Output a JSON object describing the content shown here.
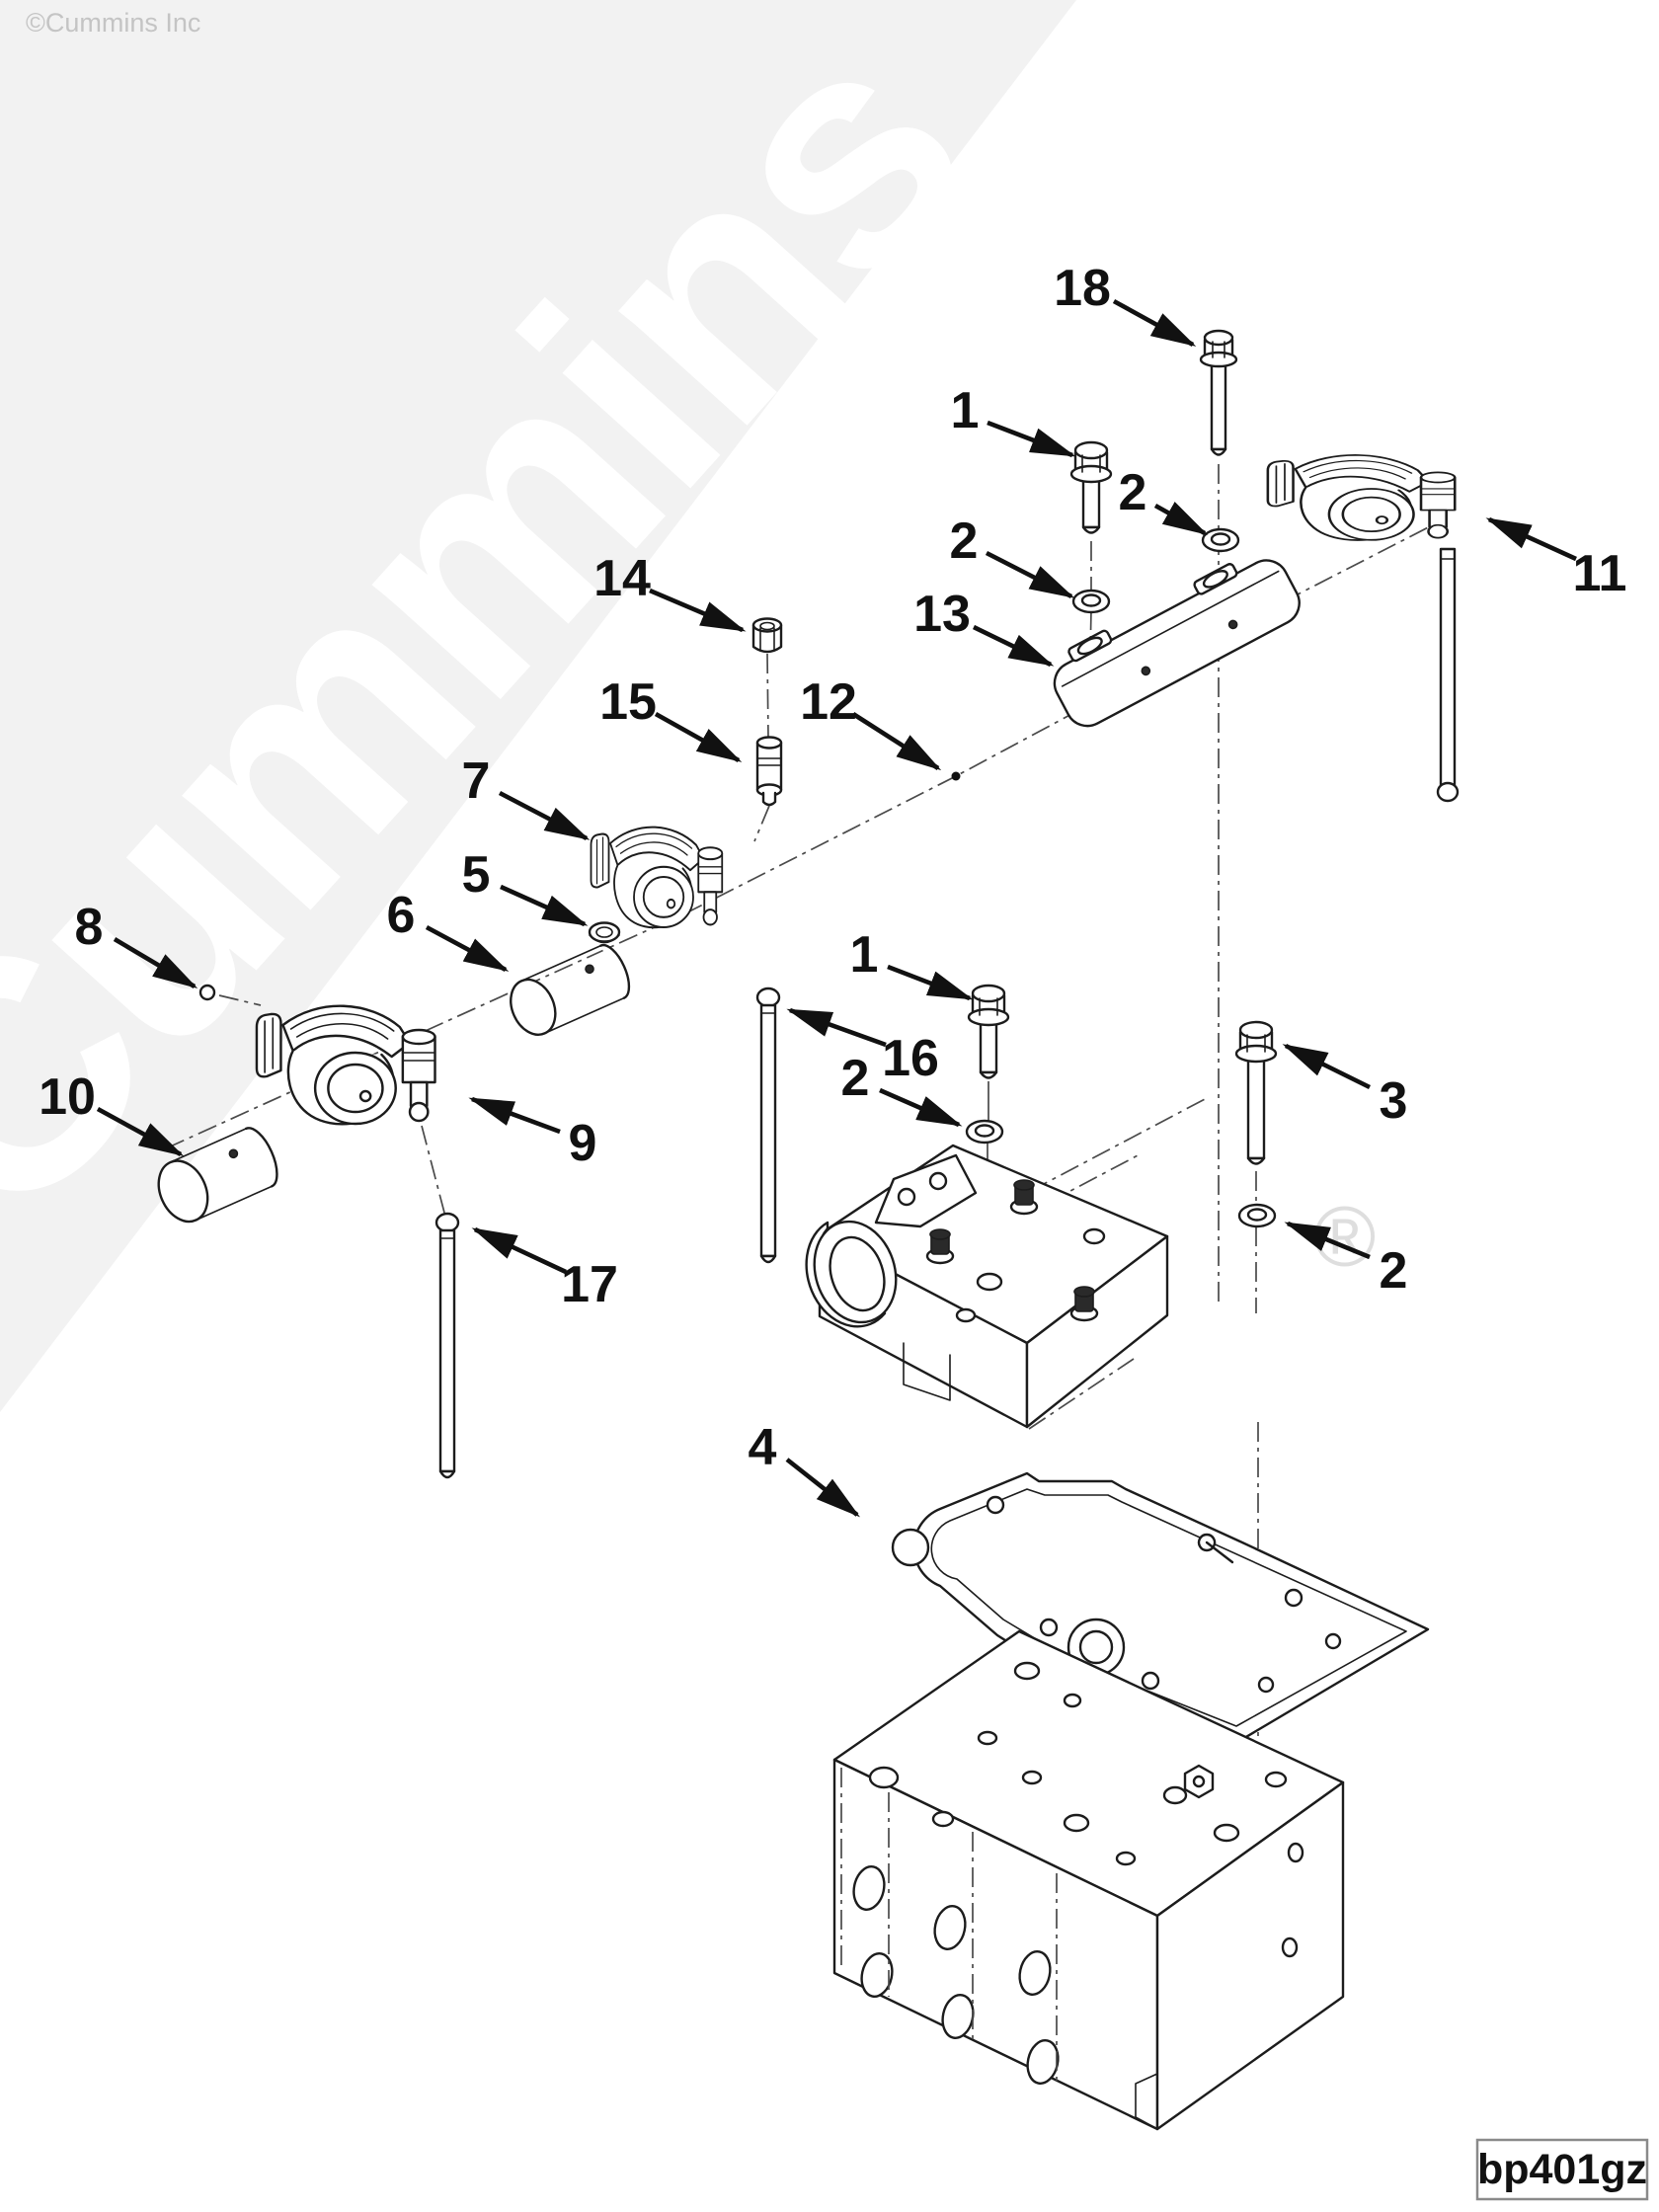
{
  "page": {
    "copyright": "©Cummins Inc",
    "watermark_text": "Cummins",
    "registered_mark": "®",
    "figure_code": "bp401gz"
  },
  "callouts": [
    "18",
    "1",
    "2",
    "2",
    "13",
    "14",
    "15",
    "12",
    "7",
    "5",
    "6",
    "8",
    "10",
    "9",
    "17",
    "16",
    "1",
    "2",
    "3",
    "2",
    "11",
    "4"
  ]
}
